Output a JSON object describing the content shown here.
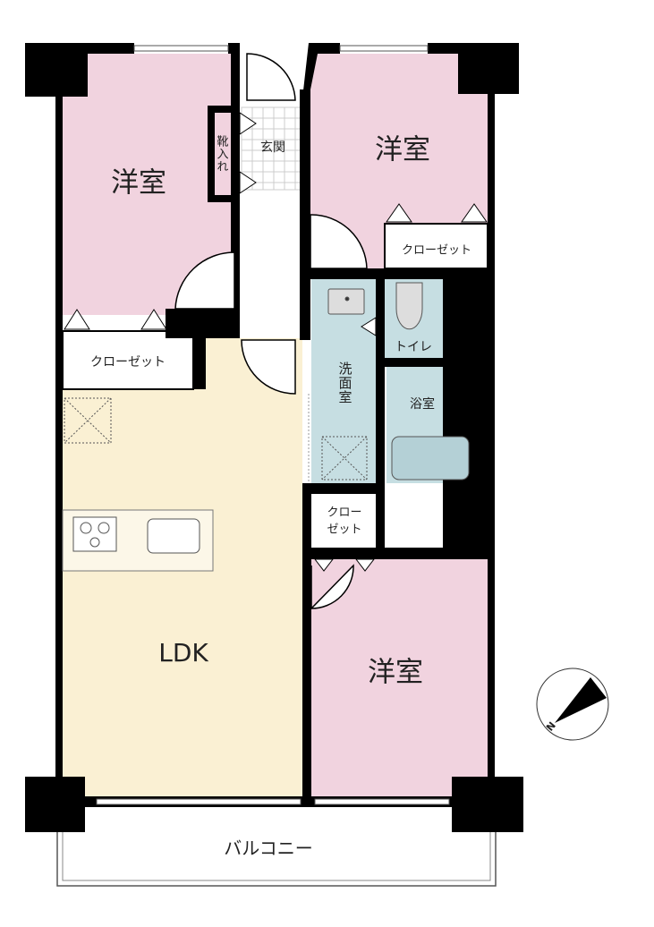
{
  "rooms": {
    "western_room_left": "洋室",
    "western_room_top_right": "洋室",
    "western_room_bottom_right": "洋室",
    "ldk": "LDK",
    "entrance": "玄関",
    "shoe_closet": "靴入れ",
    "closet_left": "クローゼット",
    "closet_right": "クローゼット",
    "closet_middle_line1": "クロー",
    "closet_middle_line2": "ゼット",
    "washroom": "洗面室",
    "toilet": "トイレ",
    "bathroom": "浴室",
    "balcony": "バルコニー"
  },
  "compass": {
    "label": "N"
  },
  "colors": {
    "western": "#f1d3df",
    "ldk": "#faf0d3",
    "wet": "#c6dee2",
    "wall": "#000000"
  }
}
